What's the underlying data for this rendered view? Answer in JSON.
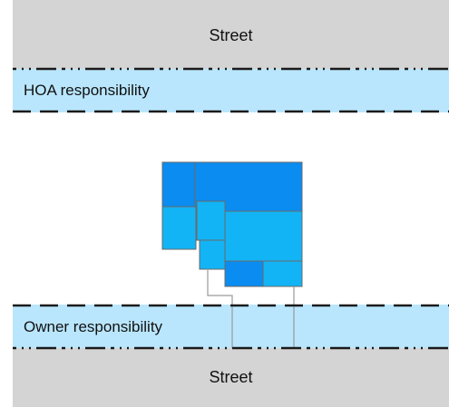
{
  "streets": {
    "top_label": "Street",
    "bottom_label": "Street"
  },
  "bands": {
    "hoa_label": "HOA responsibility",
    "owner_label": "Owner responsibility"
  },
  "colors": {
    "street_fill": "#d4d4d4",
    "band_fill": "#b9e6fd",
    "building_dark": "#0a8cf0",
    "building_light": "#12b4f5",
    "boundary_line": "#1a1a1a",
    "pipe_line": "#9a9a9a"
  }
}
